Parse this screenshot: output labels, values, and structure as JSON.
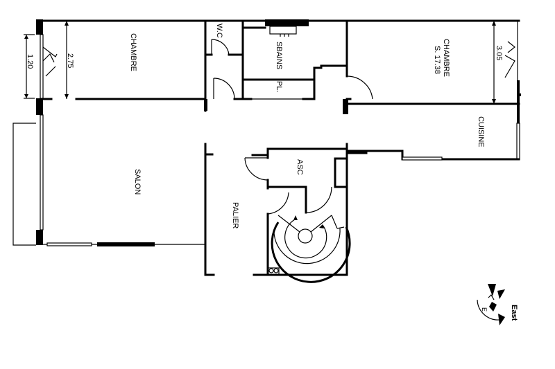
{
  "plan": {
    "rooms": [
      {
        "id": "chambre-1",
        "label": "CHAMBRE",
        "area": ""
      },
      {
        "id": "wc",
        "label": "W.C",
        "area": ""
      },
      {
        "id": "sbains",
        "label": "SBAINS",
        "area": ""
      },
      {
        "id": "placard",
        "label": "PL.",
        "area": ""
      },
      {
        "id": "chambre-2",
        "label": "CHAMBRE",
        "area": "S. 17.38"
      },
      {
        "id": "cuisine",
        "label": "CUISINE",
        "area": ""
      },
      {
        "id": "salon",
        "label": "SALON",
        "area": ""
      },
      {
        "id": "asc",
        "label": "ASC",
        "area": ""
      },
      {
        "id": "palier",
        "label": "PALIER",
        "area": ""
      }
    ],
    "dimensions": {
      "window_width": "1.20",
      "chambre_1_depth": "2.75",
      "chambre_2_depth": "3.05"
    },
    "compass": {
      "letter": "E",
      "label": "East"
    }
  }
}
